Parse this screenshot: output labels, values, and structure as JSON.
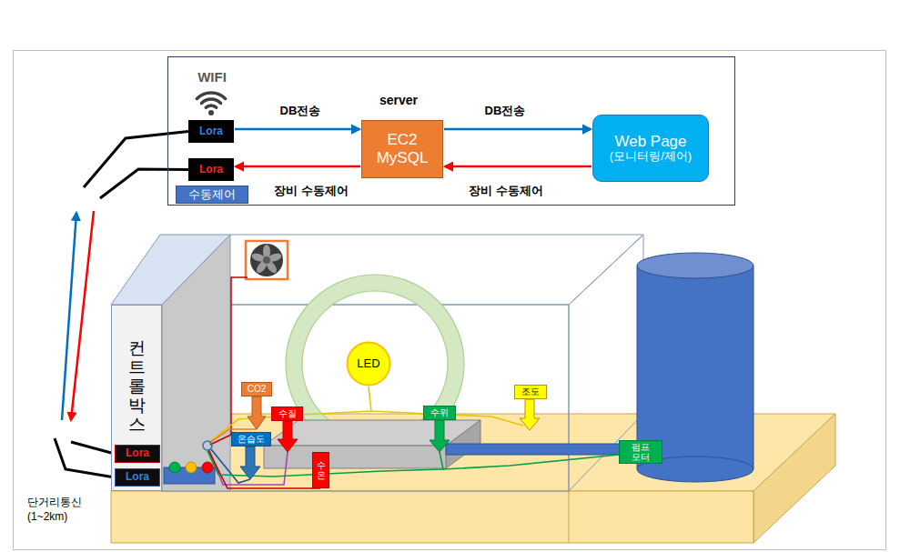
{
  "diagram": {
    "nodes": [
      {
        "text": [
          "WIFI"
        ]
      },
      {
        "text": [
          "Lora"
        ],
        "in": 0
      },
      {
        "text": [
          "Lora"
        ],
        "in": 0
      },
      {
        "text": [
          "수동제어"
        ],
        "in": 0
      },
      {
        "text": [
          "server",
          "EC2 MySQL"
        ],
        "in": 0
      },
      {
        "text": [
          "Web Page",
          "(모니터링/제어)"
        ],
        "in": 0
      },
      {
        "text": [
          "컨트롤박스"
        ]
      },
      {
        "text": [
          "Lora"
        ],
        "in": 6
      },
      {
        "text": [
          "Lora"
        ],
        "in": 6
      },
      {
        "text": [
          "LED"
        ]
      },
      {
        "text": [
          "CO2"
        ]
      },
      {
        "text": [
          "조도"
        ]
      },
      {
        "text": [
          "수질"
        ]
      },
      {
        "text": [
          "수위"
        ]
      },
      {
        "text": [
          "온습도"
        ]
      },
      {
        "text": [
          "수온"
        ]
      },
      {
        "text": [
          "펌프 모터"
        ]
      }
    ],
    "edges": [
      {
        "from": 1,
        "to": 4,
        "label": "DB전송",
        "arrow": "to"
      },
      {
        "from": 4,
        "to": 5,
        "label": "DB전송",
        "arrow": "to"
      },
      {
        "from": 5,
        "to": 4,
        "label": "장비 수동제어",
        "arrow": "to"
      },
      {
        "from": 4,
        "to": 2,
        "label": "장비 수동제어",
        "arrow": "to"
      },
      {
        "from": 8,
        "to": 1,
        "arrow": "to"
      },
      {
        "from": 2,
        "to": 7,
        "arrow": "to"
      }
    ],
    "labels": [
      "단거리통신 (1~2km)"
    ]
  }
}
